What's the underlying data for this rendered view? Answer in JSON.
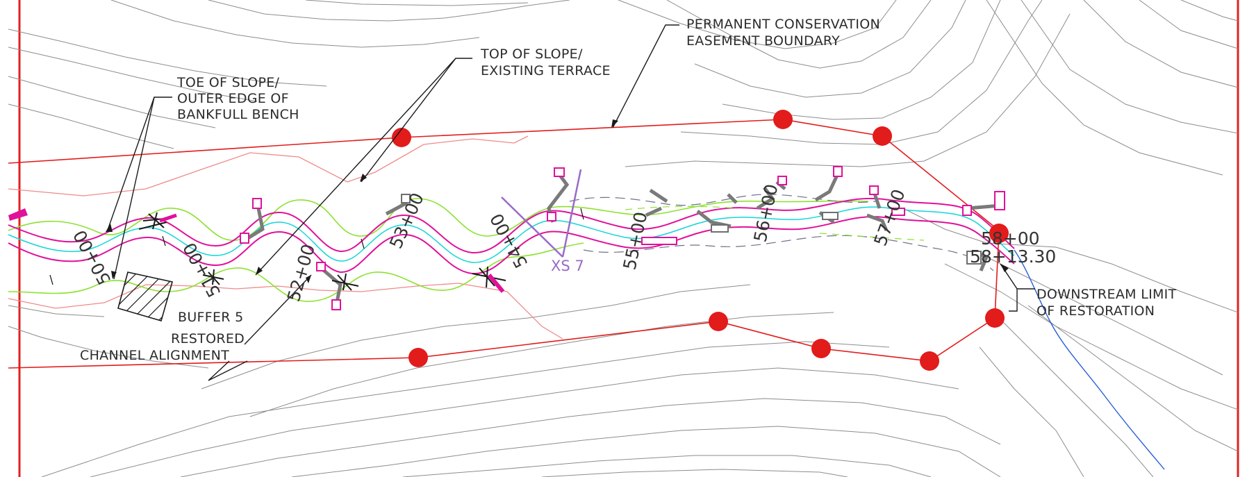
{
  "callouts": {
    "toe_of_slope": [
      "TOE OF SLOPE/",
      "OUTER EDGE OF",
      "BANKFULL BENCH"
    ],
    "top_of_slope": [
      "TOP OF SLOPE/",
      "EXISTING TERRACE"
    ],
    "conservation_easement": [
      "PERMANENT CONSERVATION",
      "EASEMENT BOUNDARY"
    ],
    "buffer": "BUFFER 5",
    "restored_channel": [
      "RESTORED",
      "CHANNEL ALIGNMENT"
    ],
    "downstream_limit": [
      "DOWNSTREAM LIMIT",
      "OF RESTORATION"
    ]
  },
  "stations": [
    "50+00",
    "51+00",
    "52+00",
    "53+00",
    "54+00",
    "55+00",
    "56+00",
    "57+00",
    "58+00",
    "58+13.30"
  ],
  "cross_section": "XS 7",
  "colors": {
    "frame": "#e0211f",
    "easement": "#e21b1b",
    "channel": "#e0119a",
    "centerline": "#12d6d6",
    "bankfull": "#8be22e",
    "terrace": "#f08a8a",
    "structure": "#7a7a7a",
    "stream": "#2a5fd6",
    "xs_line": "#9a6ac6"
  },
  "icons": [
    "easement-marker-icon",
    "log-vane-structure-icon",
    "brush-toe-icon"
  ]
}
